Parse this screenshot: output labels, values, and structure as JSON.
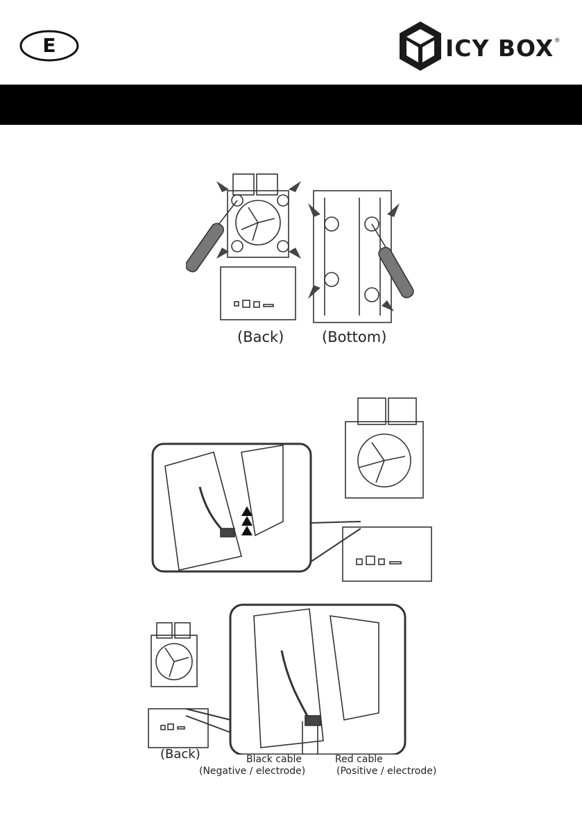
{
  "header": {
    "language_code": "E",
    "brand_name": "ICY BOX",
    "brand_mark": "®"
  },
  "figure1": {
    "label_back": "(Back)",
    "label_bottom": "(Bottom)"
  },
  "figure3": {
    "label_back": "(Back)",
    "black_cable": "Black cable",
    "black_cable_desc": "(Negative / electrode)",
    "red_cable": "Red cable",
    "red_cable_desc": "(Positive / electrode)"
  },
  "icons": [
    "screwdriver-icon",
    "arrow-icon",
    "fan-icon"
  ]
}
